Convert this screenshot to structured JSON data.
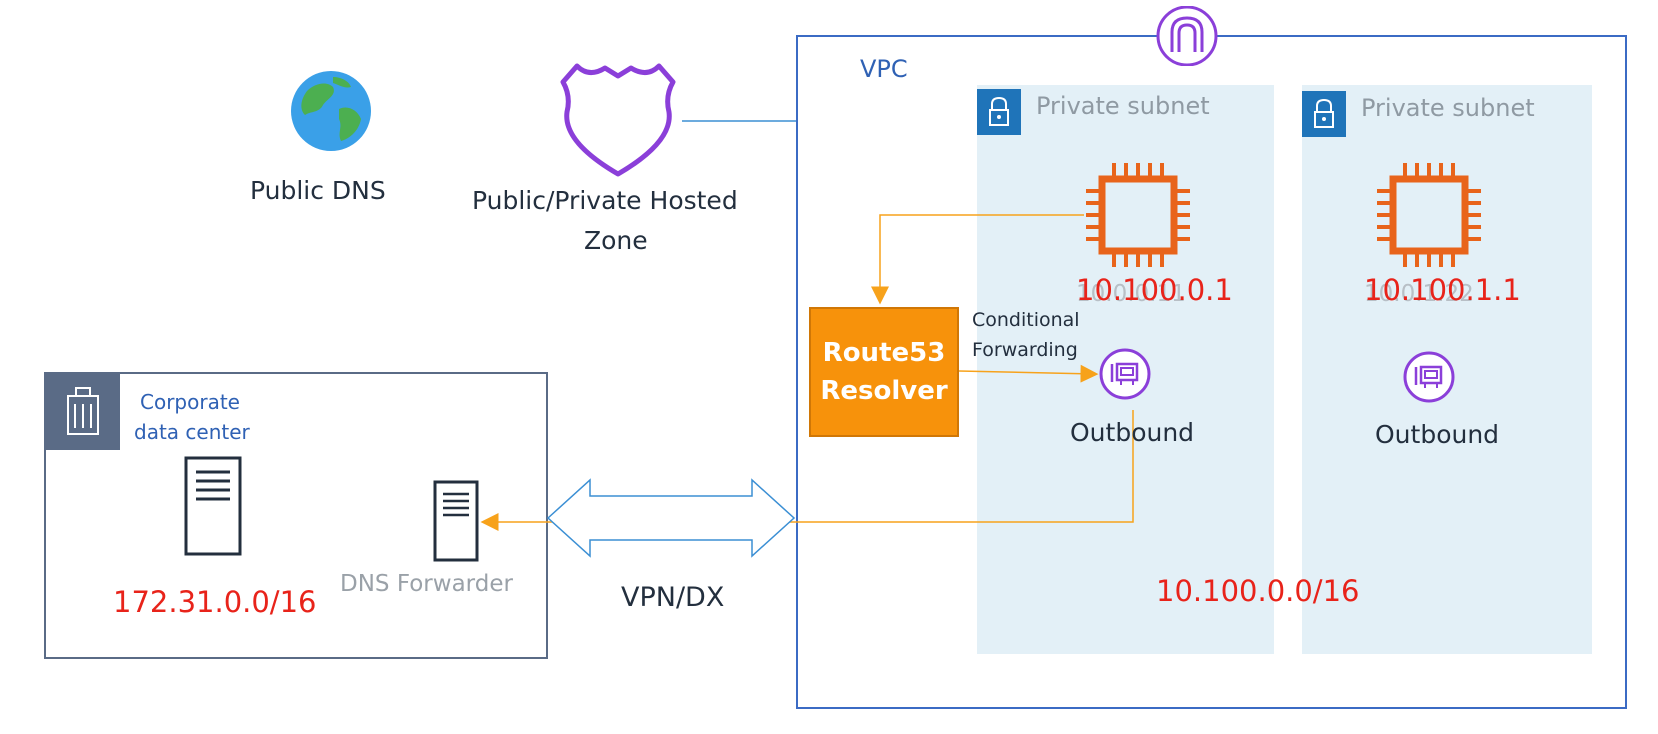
{
  "public_dns": {
    "label": "Public DNS",
    "icon": "globe-icon"
  },
  "hosted_zone": {
    "line1": "Public/Private Hosted",
    "line2": "Zone",
    "icon": "shield-icon"
  },
  "vpc": {
    "label": "VPC",
    "cidr": "10.100.0.0/16",
    "icon": "vpc-gateway-icon",
    "subnets": [
      {
        "label": "Private subnet",
        "ip": "10.100.0.1",
        "ghost_ip": "10.0.0.11",
        "endpoint_label": "Outbound"
      },
      {
        "label": "Private subnet",
        "ip": "10.100.1.1",
        "ghost_ip": "10.0.1.22",
        "endpoint_label": "Outbound"
      }
    ]
  },
  "resolver": {
    "line1": "Route53",
    "line2": "Resolver"
  },
  "forwarding": {
    "line1": "Conditional",
    "line2": "Forwarding"
  },
  "corporate": {
    "line1": "Corporate",
    "line2": "data center",
    "cidr": "172.31.0.0/16",
    "forwarder_label": "DNS Forwarder"
  },
  "connection": {
    "label": "VPN/DX"
  },
  "colors": {
    "vpc_border": "#3b6bc4",
    "subnet_fill": "#e3f0f7",
    "subnet_badge": "#1f74b9",
    "ec2_orange": "#e8641b",
    "eni_purple": "#8b3fd9",
    "resolver_orange": "#f7920b",
    "flow_line": "#f7a21b",
    "ip_red": "#e8231a"
  }
}
